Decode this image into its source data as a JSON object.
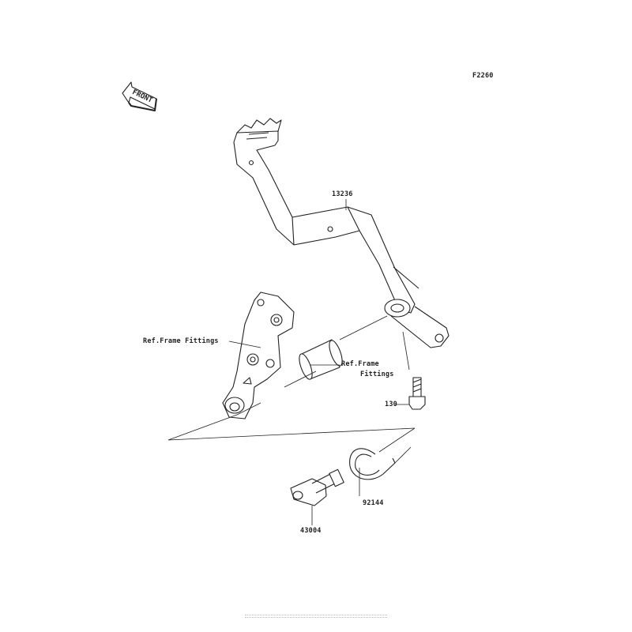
{
  "diagram_code": "F2260",
  "front_indicator": "FRONT",
  "parts": [
    {
      "number": "13236"
    },
    {
      "number": "130"
    },
    {
      "number": "92144"
    },
    {
      "number": "43004"
    }
  ],
  "references": {
    "frame_fittings_left": "Ref.Frame Fittings",
    "frame_fittings_right_line1": "Ref.Frame",
    "frame_fittings_right_line2": "Fittings"
  }
}
